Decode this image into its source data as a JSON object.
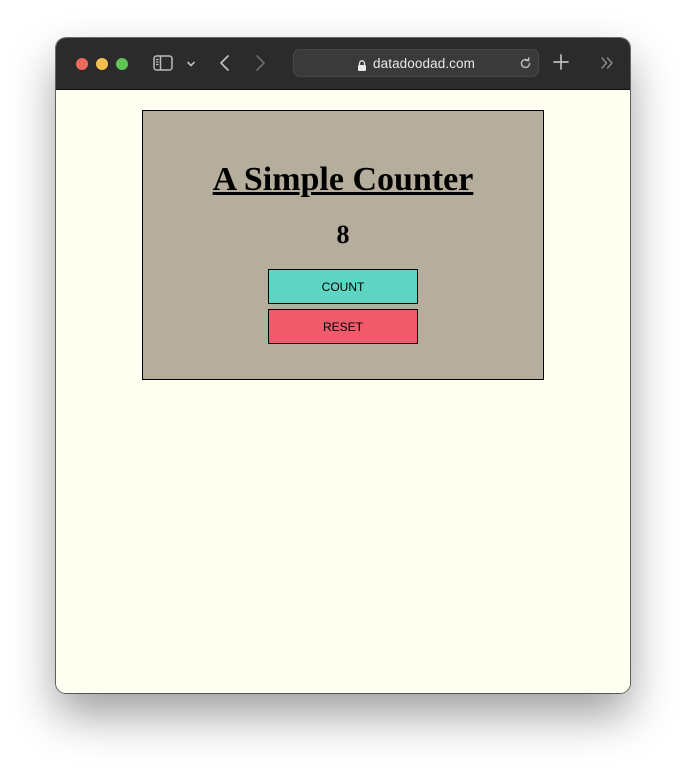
{
  "browser": {
    "address": "datadoodad.com",
    "icons": [
      "sidebar-icon",
      "chevron-down-icon",
      "back-icon",
      "forward-icon",
      "lock-icon",
      "reload-icon",
      "new-tab-icon",
      "more-icon"
    ]
  },
  "page": {
    "title": "A Simple Counter",
    "count": "8",
    "count_button": "COUNT",
    "reset_button": "RESET",
    "colors": {
      "page_background": "#fffff2",
      "card_background": "#b6ae9c",
      "count_button": "#5dd5c2",
      "reset_button": "#f05a6b"
    }
  }
}
